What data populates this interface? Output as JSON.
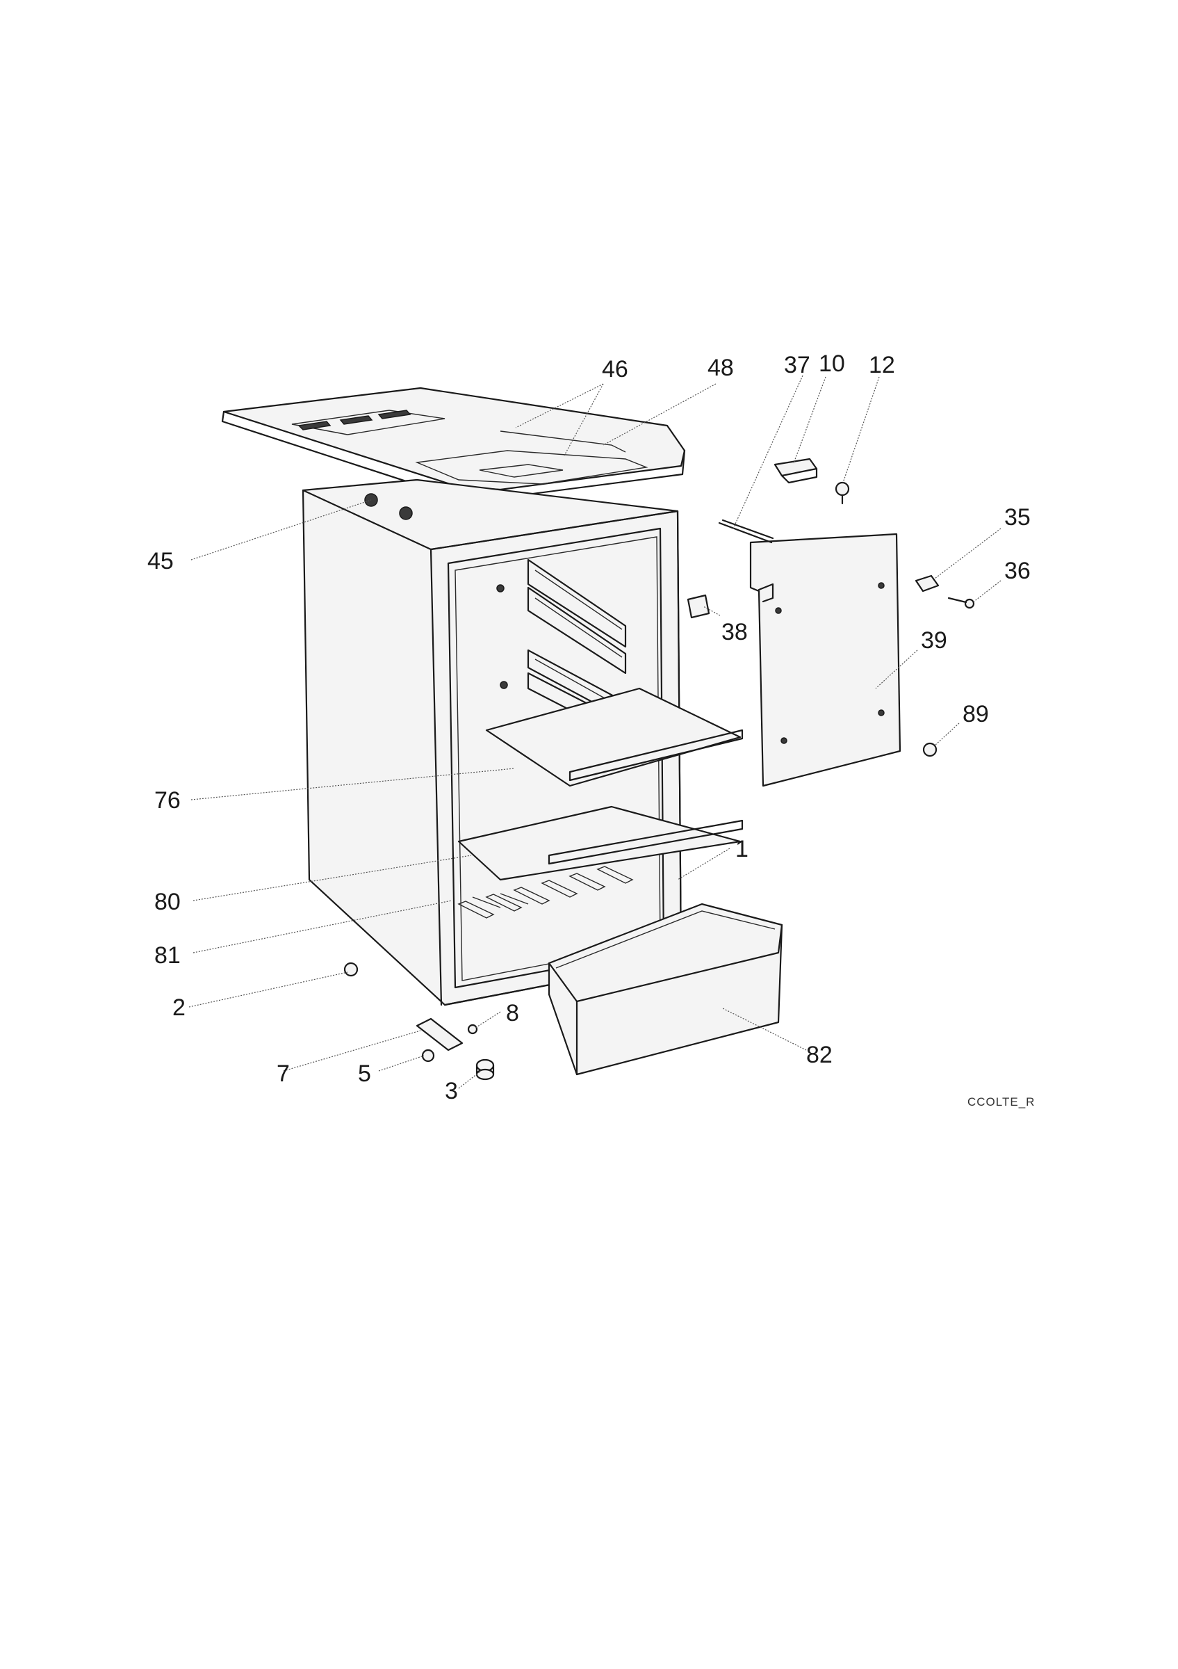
{
  "diagram": {
    "code": "CCOLTE_R",
    "callouts": [
      "46",
      "48",
      "37",
      "10",
      "12",
      "35",
      "36",
      "45",
      "38",
      "39",
      "89",
      "76",
      "1",
      "80",
      "81",
      "2",
      "8",
      "82",
      "7",
      "5",
      "3"
    ]
  }
}
